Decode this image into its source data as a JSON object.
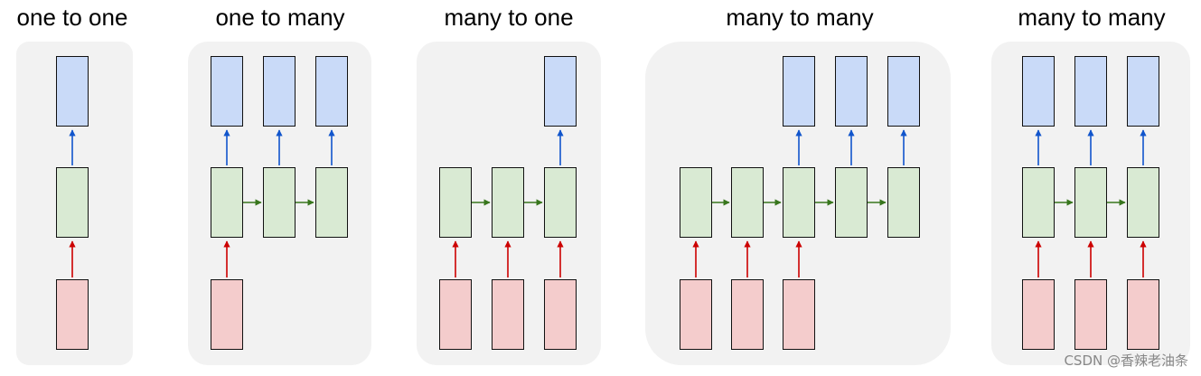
{
  "diagrams": [
    {
      "title": "one to one",
      "inputs": 1,
      "outputs": 1,
      "hidden": 1
    },
    {
      "title": "one to many",
      "inputs": 1,
      "outputs": 3,
      "hidden": 3
    },
    {
      "title": "many to one",
      "inputs": 3,
      "outputs": 1,
      "hidden": 3
    },
    {
      "title": "many to many",
      "inputs": 3,
      "outputs": 3,
      "hidden": 5
    },
    {
      "title": "many to many",
      "inputs": 3,
      "outputs": 3,
      "hidden": 3
    }
  ],
  "colors": {
    "output_fill": "#c9daf8",
    "hidden_fill": "#d9ead3",
    "input_fill": "#f4cccc",
    "panel_bg": "#f2f2f2",
    "output_arrow": "#1155cc",
    "recurrent_arrow": "#38761d",
    "input_arrow": "#cc0000"
  },
  "watermark": "CSDN @香辣老油条"
}
